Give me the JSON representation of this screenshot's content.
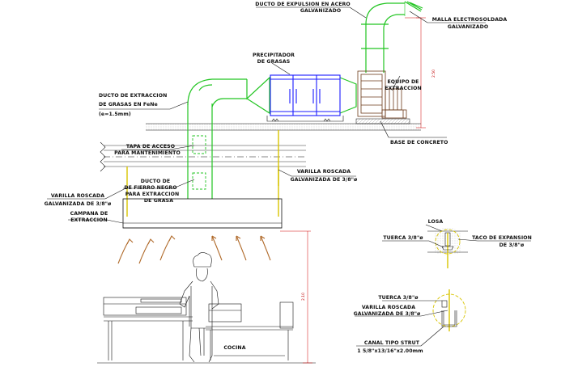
{
  "labels": {
    "ducto_expulsion_1": "DUCTO DE EXPULSION EN ACERO",
    "ducto_expulsion_2": "GALVANIZADO",
    "malla_1": "MALLA ELECTROSOLDADA",
    "malla_2": "GALVANIZADO",
    "precipitador_1": "PRECIPITADOR",
    "precipitador_2": "DE GRASAS",
    "ducto_extraccion_1": "DUCTO DE EXTRACCION",
    "ducto_extraccion_2": "DE GRASAS EN FeNe",
    "ducto_extraccion_3": "(e=1.5mm)",
    "equipo_1": "EQUIPO DE",
    "equipo_2": "EXTRACCION",
    "base_concreto": "BASE DE CONCRETO",
    "tapa_1": "TAPA DE ACCESO",
    "tapa_2": "PARA MANTENIMIENTO",
    "varilla_right_1": "VARILLA ROSCADA",
    "varilla_right_2": "GALVANIZADA DE 3/8\"ø",
    "ducto_fierro_1": "DUCTO DE",
    "ducto_fierro_2": "DE FIERRO NEGRO",
    "ducto_fierro_3": "PARA EXTRACCION",
    "ducto_fierro_4": "DE GRASA",
    "varilla_left_1": "VARILLA ROSCADA",
    "varilla_left_2": "GALVANIZADA DE 3/8\"ø",
    "campana_1": "CAMPANA DE",
    "campana_2": "EXTRACCION",
    "cocina": "COCINA",
    "losa": "LOSA",
    "tuerca_top": "TUERCA 3/8\"ø",
    "taco_1": "TACO DE EXPANSION",
    "taco_2": "DE 3/8\"ø",
    "tuerca_bottom": "TUERCA 3/8\"ø",
    "varilla_detail_1": "VARILLA ROSCADA",
    "varilla_detail_2": "GALVANIZADA DE 3/8\"ø",
    "canal_1": "CANAL TIPO STRUT",
    "canal_2": "1 5/8\"x13/16\"x2.00mm"
  },
  "dimensions": {
    "upper": "2.50",
    "lower": "2.10"
  },
  "colors": {
    "duct": "#22c522",
    "precipitator": "#1a1aff",
    "fan": "#6b3a1a",
    "rod": "#d8c400",
    "dimension": "#d00000",
    "heat_arrow": "#b06a2a"
  }
}
